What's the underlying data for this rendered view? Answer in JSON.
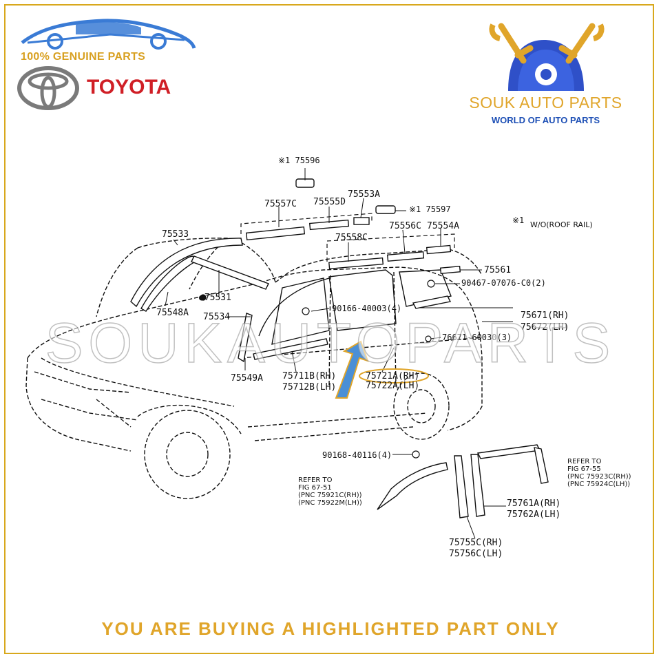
{
  "header": {
    "genuine_text": "100% GENUINE PARTS",
    "brand_text": "TOYOTA",
    "shop_name": "SOUK AUTO PARTS",
    "shop_tagline": "WORLD OF AUTO PARTS"
  },
  "watermark": "SOUKAUTOPARTS",
  "footer_notice": "YOU ARE BUYING A HIGHLIGHTED PART ONLY",
  "note": {
    "mark": "※1",
    "text": "W/O(ROOF RAIL)"
  },
  "labels": {
    "p75596": "※1 75596",
    "p75557c": "75557C",
    "p75555d": "75555D",
    "p75553a": "75553A",
    "p75597": "※1 75597",
    "p75533": "75533",
    "p75556c": "75556C",
    "p75554a": "75554A",
    "p75558c": "75558C",
    "p75561": "75561",
    "p90467": "90467-07076-C0(2)",
    "p75531": "●75531",
    "p90166": "90166-40003(4)",
    "p75548a": "75548A",
    "p75534": "75534",
    "p75671": "75671(RH)",
    "p75672": "75672(LH)",
    "p76671": "76671-60030(3)",
    "p75711b": "75711B(RH)",
    "p75712b": "75712B(LH)",
    "p75721a": "75721A(RH)",
    "p75722a": "75722A(LH)",
    "p75549a": "75549A",
    "p90168": "90168-40116(4)",
    "p75761a": "75761A(RH)",
    "p75762a": "75762A(LH)",
    "p75755c": "75755C(RH)",
    "p75756c": "75756C(LH)"
  },
  "refs": {
    "left": [
      "REFER TO",
      "FIG  67-51",
      "(PNC 75921C(RH))",
      "(PNC 75922M(LH))"
    ],
    "right": [
      "REFER TO",
      "FIG  67-55",
      "(PNC 75923C(RH))",
      "(PNC 75924C(LH))"
    ]
  },
  "colors": {
    "gold": "#e0a52a",
    "toyota_red": "#d01f26",
    "shop_blue": "#1d4fb5",
    "highlight_arrow": "#4a8fd6"
  }
}
